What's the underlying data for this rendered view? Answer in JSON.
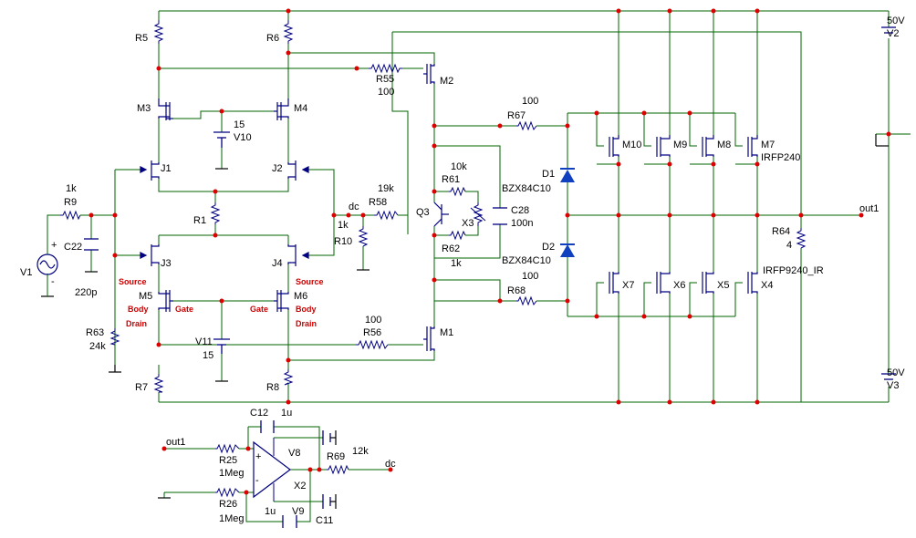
{
  "colors": {
    "wire": "#006600",
    "part": "#000080",
    "dot": "#dd0000",
    "pin": "#cc0000",
    "text": "#000000",
    "diode": "#1040c0"
  },
  "labels": {
    "r5": "R5",
    "r6": "R6",
    "m3": "M3",
    "m4": "M4",
    "v10": "V10",
    "v10_val": "15",
    "j1": "J1",
    "j2": "J2",
    "r1": "R1",
    "j3": "J3",
    "j4": "J4",
    "m5": "M5",
    "m6": "M6",
    "v11": "V11",
    "v11_val": "15",
    "r7": "R7",
    "r8": "R8",
    "r9": "R9",
    "r9_val": "1k",
    "c22": "C22",
    "c22_val": "220p",
    "v1": "V1",
    "r63": "R63",
    "r63_val": "24k",
    "r55": "R55",
    "r55_val": "100",
    "m2": "M2",
    "m1": "M1",
    "r56": "R56",
    "r56_val": "100",
    "r58": "R58",
    "r58_val": "19k",
    "r10": "R10",
    "r10_val": "1k",
    "dc_node": "dc",
    "q3": "Q3",
    "r61": "R61",
    "r61_val": "10k",
    "x3": "X3",
    "r62": "R62",
    "r62_val": "1k",
    "c28": "C28",
    "c28_val": "100n",
    "bzx_top": "BZX84C10",
    "bzx_bot": "BZX84C10",
    "r67": "R67",
    "r67_val": "100",
    "r68": "R68",
    "r68_val": "100",
    "d1": "D1",
    "d2": "D2",
    "m10": "M10",
    "m9": "M9",
    "m8": "M8",
    "m7": "M7",
    "irfp240": "IRFP240",
    "x7": "X7",
    "x6": "X6",
    "x5": "X5",
    "x4": "X4",
    "irfp9240": "IRFP9240_IR",
    "r64": "R64",
    "r64_val": "4",
    "out1": "out1",
    "v2": "V2",
    "v2_val": "50V",
    "v3": "V3",
    "v3_val": "50V",
    "c12": "C12",
    "c12_val": "1u",
    "out1_in": "out1",
    "r25": "R25",
    "r25_val": "1Meg",
    "r26": "R26",
    "r26_val": "1Meg",
    "v8": "V8",
    "x2": "X2",
    "v9": "V9",
    "v9_val": "1u",
    "c11": "C11",
    "r69": "R69",
    "r69_val": "12k",
    "dc_out": "dc",
    "plus": "+",
    "minus": "-"
  },
  "pins": {
    "source_l": "Source",
    "body_l": "Body",
    "drain_l": "Drain",
    "gate_l": "Gate",
    "source_r": "Source",
    "body_r": "Body",
    "drain_r": "Drain",
    "gate_r": "Gate"
  }
}
